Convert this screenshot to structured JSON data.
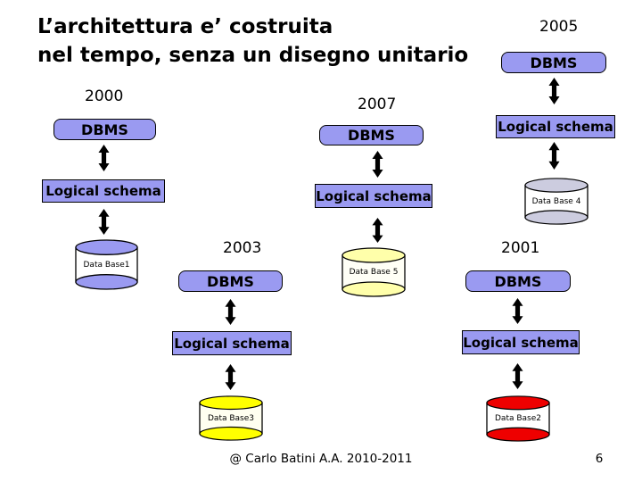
{
  "slide": {
    "title_line1": "L’architettura e’ costruita",
    "title_line2": "nel tempo, senza un disegno unitario",
    "footer_credit": "@ Carlo Batini A.A. 2010-2011",
    "page_number": "6"
  },
  "stacks": [
    {
      "year": "2000",
      "dbms_label": "DBMS",
      "schema_label": "Logical schema",
      "database_label": "Data Base1"
    },
    {
      "year": "2007",
      "dbms_label": "DBMS",
      "schema_label": "Logical schema",
      "database_label": "Data Base 5"
    },
    {
      "year": "2005",
      "dbms_label": "DBMS",
      "schema_label": "Logical schema",
      "database_label": "Data Base 4"
    },
    {
      "year": "2003",
      "dbms_label": "DBMS",
      "schema_label": "Logical schema",
      "database_label": "Data Base3"
    },
    {
      "year": "2001",
      "dbms_label": "DBMS",
      "schema_label": "Logical schema",
      "database_label": "Data Base2"
    }
  ],
  "colors": {
    "box_fill": "#9a9af1",
    "box_border": "#000000",
    "arrow": "#000000",
    "db1_cap": "#9a9af1",
    "db1_body": "#ffffff",
    "db5_cap": "#ffffaa",
    "db5_body": "#fffff6",
    "db4_cap": "#ccccdf",
    "db4_body": "#ffffff",
    "db3_cap": "#ffff00",
    "db3_body": "#fffff0",
    "db2_cap": "#ee0000",
    "db2_body": "#ffffff"
  }
}
